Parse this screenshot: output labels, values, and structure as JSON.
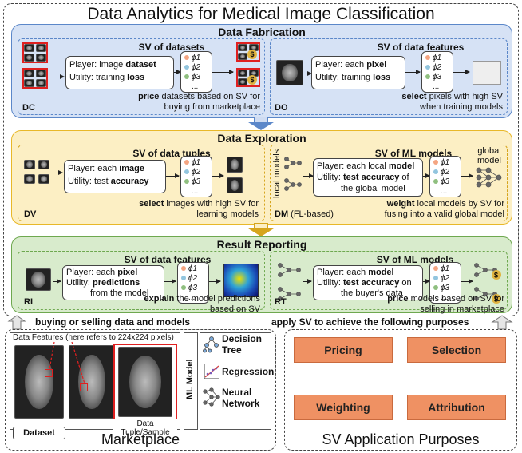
{
  "title": "Data Analytics for Medical Image Classification",
  "sections": {
    "fabrication": {
      "title": "Data Fabrication",
      "dc": {
        "subtitle": "SV of datasets",
        "player_pre": "Player: image ",
        "player_bold": "dataset",
        "utility_pre": "Utility: training ",
        "utility_bold": "loss",
        "desc_bold": "price",
        "desc_rest": " datasets based on SV for",
        "desc_line2": "buying from marketplace",
        "code": "DC"
      },
      "do": {
        "subtitle": "SV of data features",
        "player_pre": "Player: each ",
        "player_bold": "pixel",
        "utility_pre": "Utility: training ",
        "utility_bold": "loss",
        "desc_bold": "select",
        "desc_rest": " pixels with high SV",
        "desc_line2": "when training models",
        "code": "DO"
      }
    },
    "exploration": {
      "title": "Data Exploration",
      "dv": {
        "subtitle": "SV of data tuples",
        "player_pre": "Player: each ",
        "player_bold": "image",
        "utility_pre": "Utility: test ",
        "utility_bold": "accuracy",
        "desc_bold": "select",
        "desc_rest": " images with high SV for",
        "desc_line2": "learning models",
        "code": "DV"
      },
      "dm": {
        "subtitle": "SV of ML models",
        "side_label": "local models",
        "global_label1": "global",
        "global_label2": "model",
        "player_pre": "Player: each local ",
        "player_bold": "model",
        "utility_pre": "Utility: ",
        "utility_bold": "test accuracy",
        "utility_rest": " of",
        "utility_line2": "the global model",
        "desc_bold": "weight",
        "desc_rest": " local models by SV for",
        "desc_line2": "fusing into a valid global model",
        "code": "DM",
        "code_note": "(FL-based)"
      }
    },
    "reporting": {
      "title": "Result Reporting",
      "ri": {
        "subtitle": "SV of data features",
        "player_pre": "Player: each ",
        "player_bold": "pixel",
        "utility_pre": "Utility: ",
        "utility_bold": "predictions",
        "utility_line2": "from the model",
        "desc_bold": "explain",
        "desc_rest": " the model predictions",
        "desc_line2": "based on SV",
        "code": "RI"
      },
      "rt": {
        "subtitle": "SV of ML models",
        "player_pre": "Player: each ",
        "player_bold": "model",
        "utility_pre": "Utility: ",
        "utility_bold": "test accuracy",
        "utility_rest": " on",
        "utility_line2": "the buyer's data",
        "desc_bold": "price",
        "desc_rest": " models based on SV  for",
        "desc_line2": "selling in marketplace",
        "code": "RT"
      }
    }
  },
  "phi": [
    "ϕ1",
    "ϕ2",
    "ϕ3",
    "..."
  ],
  "phi_colors": [
    "#f4a582",
    "#92c5de",
    "#8fbf7f",
    "#f4a582"
  ],
  "bottom": {
    "left_arrow_label": "buying or selling data and models",
    "right_arrow_label": "apply SV to achieve the following purposes",
    "marketplace": {
      "features_label": "Data Features (here refers to 224x224 pixels)",
      "tuple_label": "Data Tuple/Sample",
      "dataset_label": "Dataset",
      "ml_model_label": "ML Model",
      "models": [
        {
          "name1": "Decision",
          "name2": "Tree",
          "icon": "decision-tree-icon"
        },
        {
          "name1": "Regression",
          "name2": "",
          "icon": "regression-icon"
        },
        {
          "name1": "Neural",
          "name2": "Network",
          "icon": "neural-network-icon"
        }
      ],
      "caption": "Marketplace"
    },
    "purposes": {
      "items": [
        "Pricing",
        "Selection",
        "Weighting",
        "Attribution"
      ],
      "caption": "SV Application Purposes"
    }
  },
  "colors": {
    "fabrication_bg": "#d6e2f5",
    "exploration_bg": "#fcefc4",
    "reporting_bg": "#d8ebcc",
    "purpose_fill": "#ef9163"
  }
}
